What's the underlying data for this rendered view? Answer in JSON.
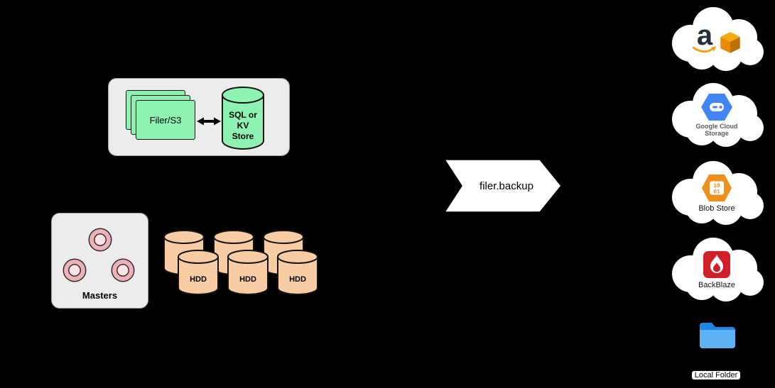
{
  "filer_cluster": {
    "filer_label": "Filer/S3",
    "store_label_line1": "SQL or",
    "store_label_line2": "KV",
    "store_label_line3": "Store"
  },
  "masters": {
    "label": "Masters"
  },
  "volume_servers": {
    "hdd_label": "HDD"
  },
  "banner": {
    "label": "filer.backup"
  },
  "destinations": {
    "aws": {
      "icon": "aws-logo",
      "letter": "a"
    },
    "google_cloud": {
      "icon": "google-cloud-storage-logo",
      "label_line1": "Google Cloud",
      "label_line2": "Storage"
    },
    "blob_store": {
      "icon": "azure-blob-logo",
      "glyph_line1": "10",
      "glyph_line2": "01",
      "label": "Blob Store"
    },
    "backblaze": {
      "icon": "backblaze-flame-logo",
      "label": "BackBlaze"
    },
    "local_folder": {
      "icon": "blue-folder",
      "label": "Local Folder"
    }
  },
  "colors": {
    "background": "#000000",
    "panel_gray": "#ececec",
    "filer_green": "#8df2b2",
    "hdd_tan": "#f8cda4",
    "master_pink": "#efb0ba",
    "cloud_white": "#ffffff",
    "aws_orange": "#ff9900",
    "gcs_blue": "#4285f4",
    "blob_orange": "#ef8f1c",
    "backblaze_red": "#cf2029",
    "folder_blue": "#1f86e8"
  }
}
